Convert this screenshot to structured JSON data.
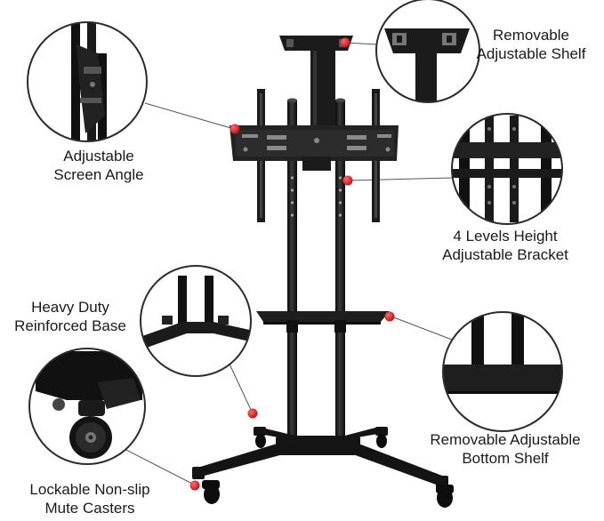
{
  "callouts": [
    {
      "name": "removable-shelf",
      "line1": "Removable",
      "line2": "Adjustable Shelf"
    },
    {
      "name": "screen-angle",
      "line1": "Adjustable",
      "line2": "Screen Angle"
    },
    {
      "name": "height-bracket",
      "line1": "4 Levels Height",
      "line2": "Adjustable Bracket"
    },
    {
      "name": "reinforced-base",
      "line1": "Heavy Duty",
      "line2": "Reinforced Base"
    },
    {
      "name": "bottom-shelf",
      "line1": "Removable Adjustable",
      "line2": "Bottom Shelf"
    },
    {
      "name": "mute-casters",
      "line1": "Lockable Non-slip",
      "line2": "Mute Casters"
    }
  ],
  "colors": {
    "metal": "#1b1b1b",
    "metal_dark": "#0d0d0d",
    "metal_highlight": "#4a4a4a",
    "marker": "#e0242b",
    "callout_line": "#555555",
    "zoom_ring": "#2b2b2b",
    "background": "#ffffff"
  }
}
